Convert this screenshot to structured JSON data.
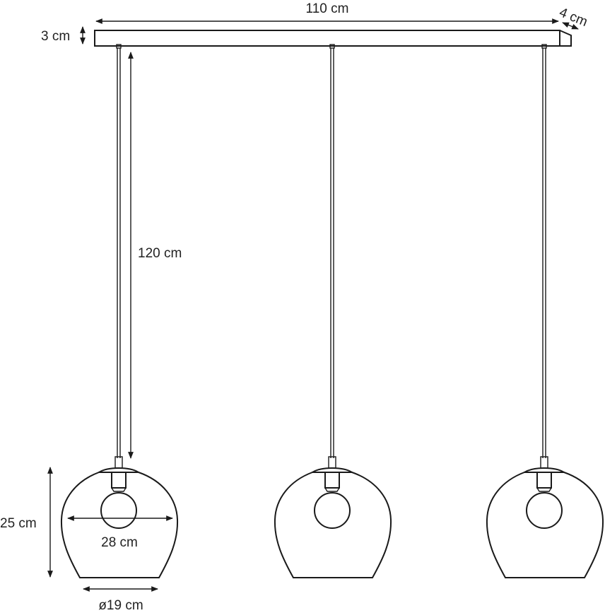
{
  "title": "Three-pendant lamp dimension drawing",
  "colors": {
    "line": "#1a1a1a",
    "text": "#222222",
    "background": "#ffffff"
  },
  "dimensions": {
    "canopy_length": "110 cm",
    "canopy_depth": "4 cm",
    "canopy_height": "3 cm",
    "cord_length": "120 cm",
    "shade_height": "25 cm",
    "shade_width": "28 cm",
    "shade_opening": "ø19 cm"
  },
  "pendant_count": 3
}
